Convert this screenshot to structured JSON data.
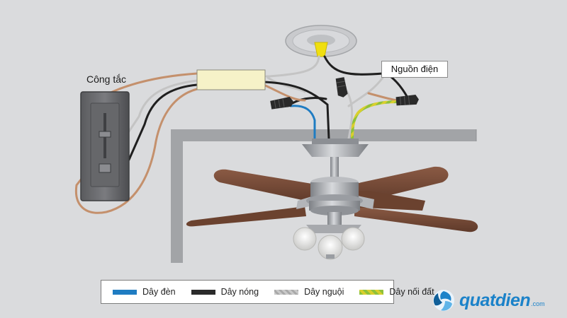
{
  "labels": {
    "switch": "Công tắc",
    "power": "Nguồn điện"
  },
  "legend": [
    {
      "label": "Dây đèn",
      "color": "#1f7cc2",
      "pattern": "solid"
    },
    {
      "label": "Dây nóng",
      "color": "#2b2b2b",
      "pattern": "solid"
    },
    {
      "label": "Dây nguội",
      "color": "#b8b8b8",
      "pattern": "solid"
    },
    {
      "label": "Dây nối đất",
      "color": "#8fc13a",
      "pattern": "striped"
    }
  ],
  "brand": {
    "name": "quatdien",
    "suffix": ".com",
    "color": "#1b82c9"
  },
  "colors": {
    "background": "#dadbdd",
    "ceiling": "#9fa1a4",
    "wire_light": "#1f7cc2",
    "wire_hot": "#1f1f1f",
    "wire_neutral": "#c4c4c4",
    "wire_ground_green": "#8fc13a",
    "wire_ground_yellow": "#d9cf2c",
    "wire_switch_loop": "#c4906c",
    "blade": "#7a4b37",
    "metal": "#a7a9ad"
  },
  "icons": [
    "ceiling-canopy-icon",
    "wire-connector-icon",
    "dimmer-switch-icon",
    "junction-box-icon",
    "ceiling-fan-icon",
    "brand-logo-icon"
  ]
}
